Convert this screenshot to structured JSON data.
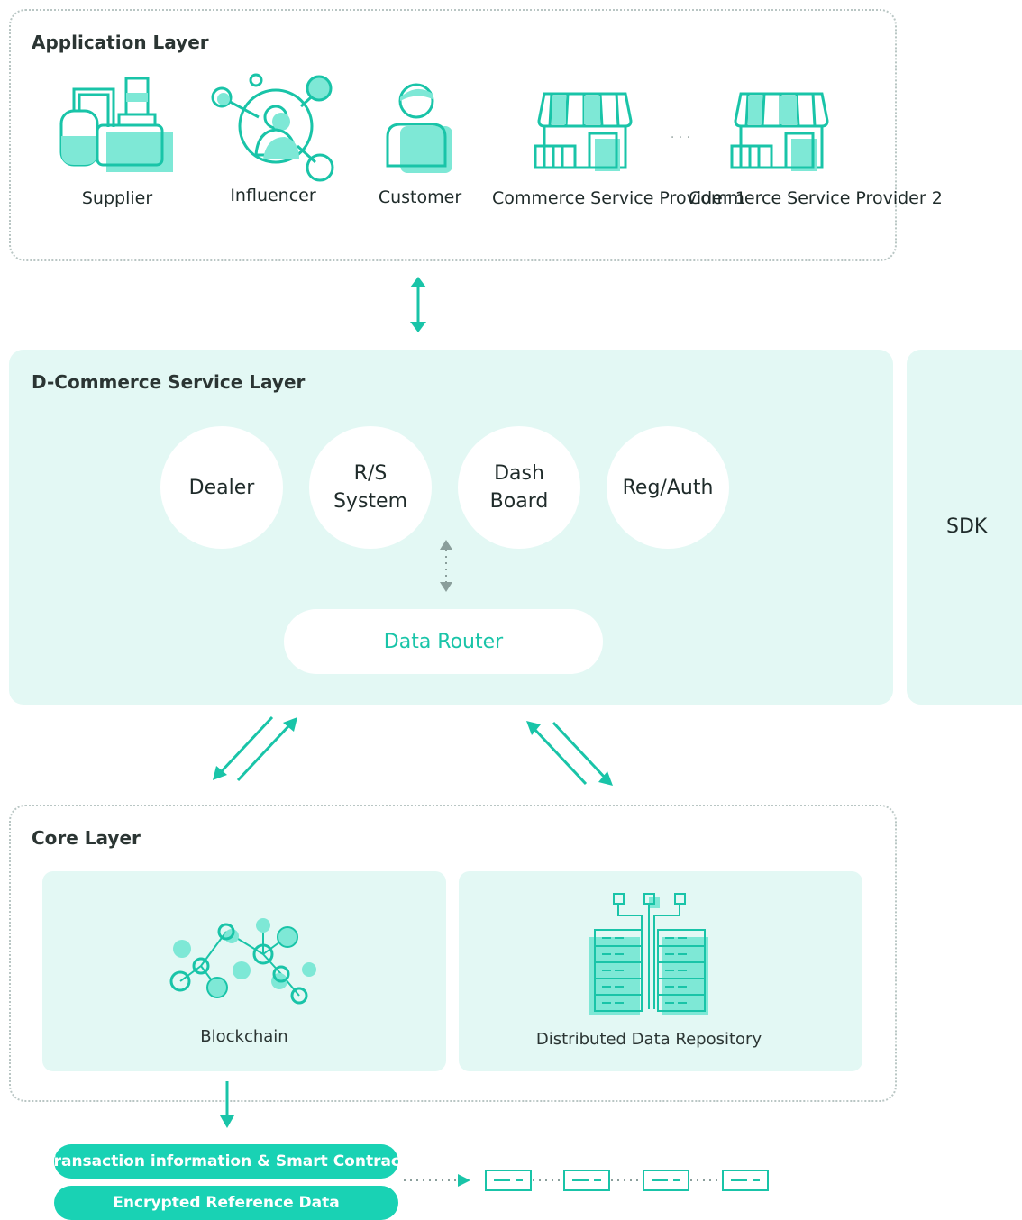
{
  "application_layer": {
    "title": "Application Layer",
    "items": [
      {
        "label": "Supplier",
        "icon": "factory-icon"
      },
      {
        "label": "Influencer",
        "icon": "influencer-network-icon"
      },
      {
        "label": "Customer",
        "icon": "customer-icon"
      },
      {
        "label": "Commerce Service\nProvider 1",
        "icon": "store-icon"
      },
      {
        "label": "Commerce Service\nProvider 2",
        "icon": "store-icon"
      }
    ],
    "ellipsis": "· · ·"
  },
  "service_layer": {
    "title": "D-Commerce Service Layer",
    "modules": [
      "Dealer",
      "R/S\nSystem",
      "Dash\nBoard",
      "Reg/Auth"
    ],
    "router": "Data Router",
    "sdk": "SDK"
  },
  "core_layer": {
    "title": "Core Layer",
    "blockchain": "Blockchain",
    "repository": "Distributed Data Repository"
  },
  "outputs": {
    "transaction": "Transaction information & Smart Contract",
    "encrypted": "Encrypted Reference Data"
  },
  "colors": {
    "accent": "#19d2b4",
    "accent_light": "#7ee8d6",
    "panel": "#e3f8f4",
    "border_dotted": "#b9c6c4"
  }
}
